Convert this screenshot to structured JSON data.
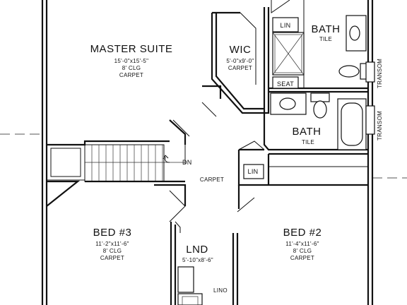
{
  "rooms": {
    "master_suite": {
      "name": "MASTER SUITE",
      "size": "15'-0\"x15'-5\"",
      "ceiling": "8' CLG",
      "floor": "CARPET"
    },
    "wic": {
      "name": "WIC",
      "size": "5'-0\"x9'-0\"",
      "floor": "CARPET"
    },
    "master_bath": {
      "name": "BATH",
      "floor": "TILE"
    },
    "bath": {
      "name": "BATH",
      "floor": "TILE"
    },
    "bed3": {
      "name": "BED #3",
      "size": "11'-2\"x11'-6\"",
      "ceiling": "8' CLG",
      "floor": "CARPET"
    },
    "bed2": {
      "name": "BED #2",
      "size": "11'-4\"x11'-6\"",
      "ceiling": "8' CLG",
      "floor": "CARPET"
    },
    "lnd": {
      "name": "LND",
      "size": "5'-10\"x8'-6\""
    },
    "hall": {
      "floor": "CARPET"
    }
  },
  "labels": {
    "lin_top": "LIN",
    "lin_hall": "LIN",
    "seat": "SEAT",
    "dn": "DN",
    "lino": "LINO",
    "transom_upper": "TRANSOM",
    "transom_lower": "TRANSOM"
  }
}
